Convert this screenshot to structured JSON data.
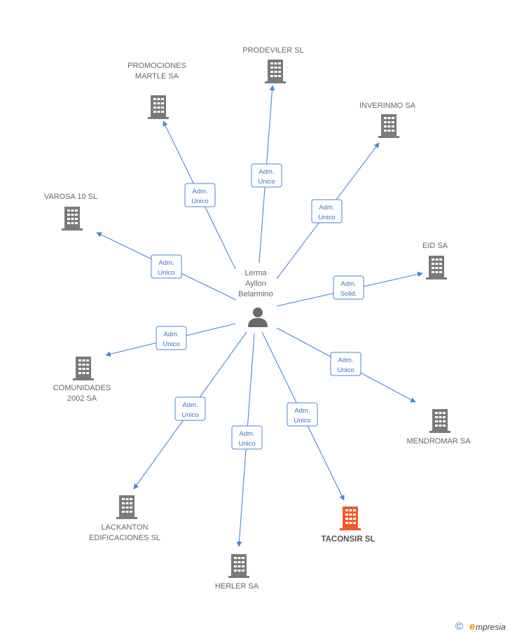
{
  "center": {
    "name_lines": [
      "Lerma",
      "Ayllon",
      "Belarmino"
    ],
    "icon": "person-icon"
  },
  "colors": {
    "edge": "#4a86d8",
    "building": "#7a7a7a",
    "highlight": "#f05a28"
  },
  "nodes": [
    {
      "id": "prodeviler",
      "label_lines": [
        "PRODEVILER SL"
      ],
      "role_lines": [
        "Adm.",
        "Unico"
      ],
      "icon": "building-icon",
      "highlight": false
    },
    {
      "id": "promociones-martle",
      "label_lines": [
        "PROMOCIONES",
        "MARTLE SA"
      ],
      "role_lines": [
        "Adm.",
        "Unico"
      ],
      "icon": "building-icon",
      "highlight": false
    },
    {
      "id": "inverinmo",
      "label_lines": [
        "INVERINMO SA"
      ],
      "role_lines": [
        "Adm.",
        "Unico"
      ],
      "icon": "building-icon",
      "highlight": false
    },
    {
      "id": "varosa",
      "label_lines": [
        "VAROSA 10 SL"
      ],
      "role_lines": [
        "Adm.",
        "Unico"
      ],
      "icon": "building-icon",
      "highlight": false
    },
    {
      "id": "eid",
      "label_lines": [
        "EID SA"
      ],
      "role_lines": [
        "Adm.",
        "Solid."
      ],
      "icon": "building-icon",
      "highlight": false
    },
    {
      "id": "comunidades",
      "label_lines": [
        "COMUNIDADES",
        "2002 SA"
      ],
      "role_lines": [
        "Adm.",
        "Unico"
      ],
      "icon": "building-icon",
      "highlight": false
    },
    {
      "id": "mendromar",
      "label_lines": [
        "MENDROMAR SA"
      ],
      "role_lines": [
        "Adm.",
        "Unico"
      ],
      "icon": "building-icon",
      "highlight": false
    },
    {
      "id": "lackanton",
      "label_lines": [
        "LACKANTON",
        "EDIFICACIONES SL"
      ],
      "role_lines": [
        "Adm.",
        "Unico"
      ],
      "icon": "building-icon",
      "highlight": false
    },
    {
      "id": "herler",
      "label_lines": [
        "HERLER SA"
      ],
      "role_lines": [
        "Adm.",
        "Unico"
      ],
      "icon": "building-icon",
      "highlight": false
    },
    {
      "id": "taconsir",
      "label_lines": [
        "TACONSIR SL"
      ],
      "role_lines": [
        "Adm.",
        "Unico"
      ],
      "icon": "building-icon",
      "highlight": true
    }
  ],
  "watermark": {
    "copyright": "©",
    "brand_initial": "e",
    "brand_rest": "mpresia"
  }
}
